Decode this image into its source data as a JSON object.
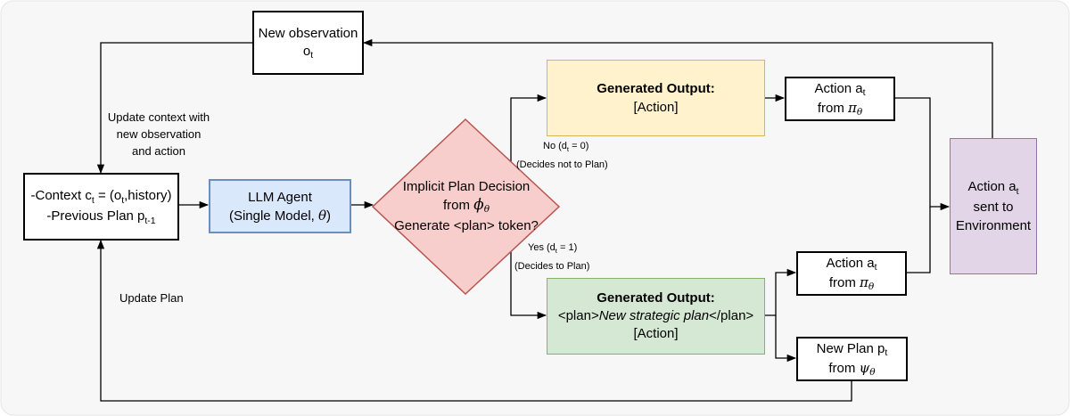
{
  "observation": {
    "line1": "New observation",
    "line2_main": "o",
    "line2_sub": "t"
  },
  "update_context": {
    "line1": "Update context with",
    "line2": "new observation",
    "line3": "and action"
  },
  "context": {
    "l1_a": "-Context c",
    "l1_sub": "t",
    "l1_b": " = (o",
    "l1_sub2": "t",
    "l1_c": ",history)",
    "l2_a": "-Previous Plan p",
    "l2_sub": "t-1"
  },
  "agent": {
    "line1": "LLM Agent",
    "line2_a": "(Single Model, ",
    "line2_sym": "θ",
    "line2_b": ")"
  },
  "decision": {
    "line1": "Implicit Plan Decision",
    "line2_a": "from ",
    "line2_sym": "ϕ",
    "line2_sub": "θ",
    "line3": "Generate <plan> token?"
  },
  "no_branch": {
    "line1_a": "No (d",
    "line1_sub": "t",
    "line1_b": " = 0)",
    "line2": "(Decides not to Plan)"
  },
  "yes_branch": {
    "line1_a": "Yes (d",
    "line1_sub": "t",
    "line1_b": " = 1)",
    "line2": "(Decides to Plan)"
  },
  "update_plan": "Update Plan",
  "output_action": {
    "title": "Generated Output:",
    "line2": "[Action]"
  },
  "output_plan": {
    "title": "Generated Output:",
    "line2_a": "<plan>",
    "line2_it": "New strategic plan",
    "line2_b": "</plan>",
    "line3": "[Action]"
  },
  "action_top": {
    "line1_a": "Action a",
    "line1_sub": "t",
    "line2_a": "from ",
    "line2_sym": "π",
    "line2_sub": "θ"
  },
  "action_mid": {
    "line1_a": "Action a",
    "line1_sub": "t",
    "line2_a": "from ",
    "line2_sym": "π",
    "line2_sub": "θ"
  },
  "new_plan": {
    "line1_a": "New Plan p",
    "line1_sub": "t",
    "line2_a": "from ",
    "line2_sym": "ψ",
    "line2_sub": "θ"
  },
  "environment": {
    "line1_a": "Action a",
    "line1_sub": "t",
    "line2": "sent to",
    "line3": "Environment"
  },
  "colors": {
    "agent_fill": "#dae8fc",
    "agent_stroke": "#6c8ebf",
    "decision_fill": "#f8cecc",
    "decision_stroke": "#b85450",
    "output_action_fill": "#fff2cc",
    "output_action_stroke": "#d6b656",
    "output_plan_fill": "#d5e8d4",
    "output_plan_stroke": "#82b366",
    "env_fill": "#e1d5e7",
    "env_stroke": "#9673a6"
  }
}
